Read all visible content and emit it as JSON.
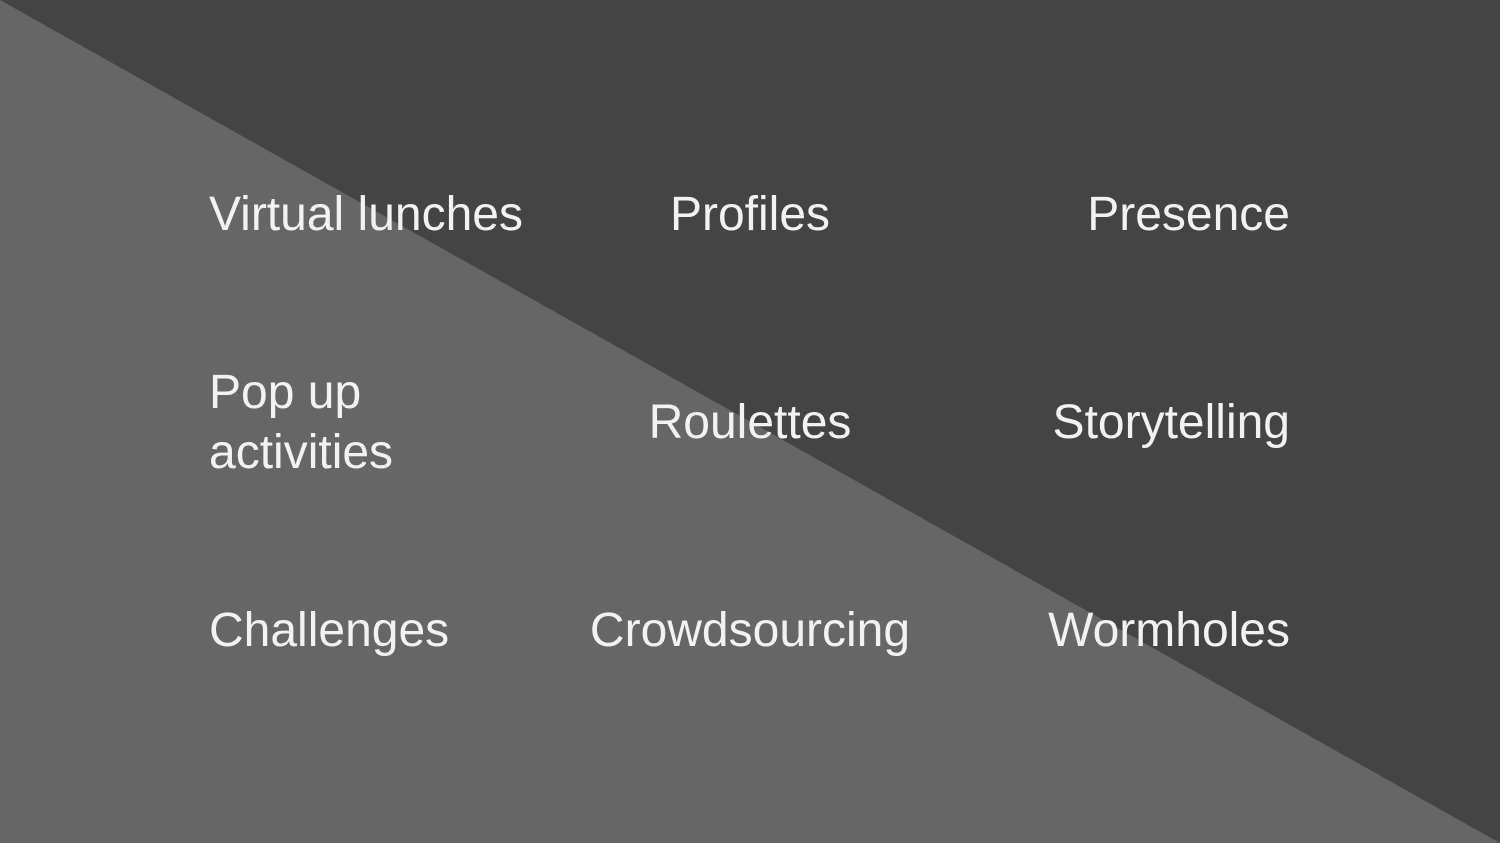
{
  "slide": {
    "background_dark": "#444444",
    "background_light": "#666666",
    "text_color": "#f2f2f2",
    "items": [
      "Virtual lunches",
      "Profiles",
      "Presence",
      "Pop up activities",
      "Roulettes",
      "Storytelling",
      "Challenges",
      "Crowdsourcing",
      "Wormholes"
    ]
  }
}
